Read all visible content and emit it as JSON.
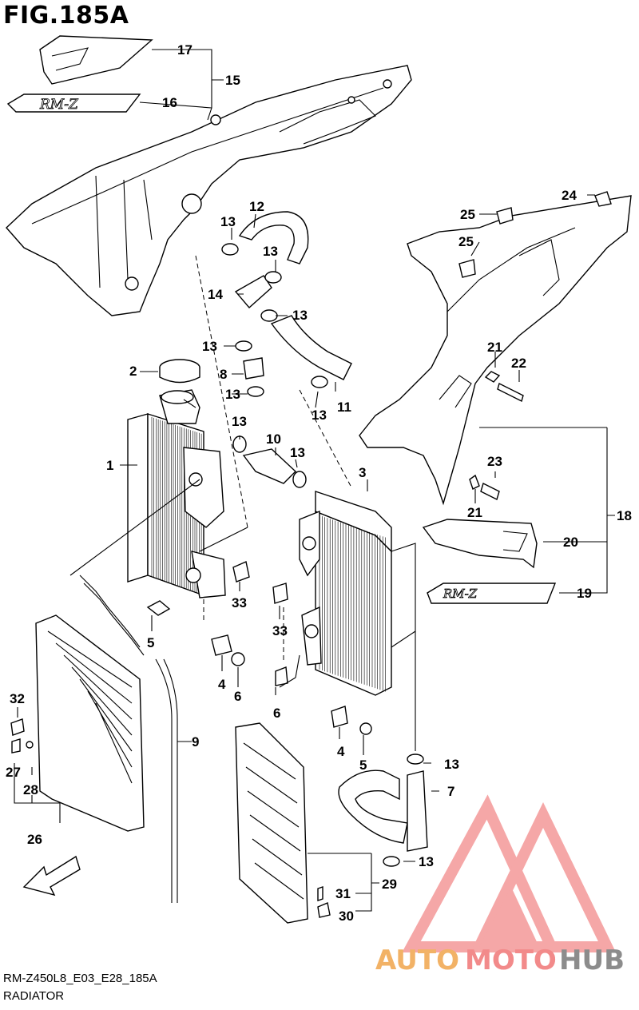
{
  "figure": {
    "title": "FIG.185A"
  },
  "footer": {
    "code": "RM-Z450L8_E03_E28_185A",
    "name": "RADIATOR"
  },
  "graphics": {
    "shroud_logo": "RM-Z",
    "fwd_arrow": "FWD"
  },
  "watermark": {
    "part1": "AUTO",
    "part2": "MOTO",
    "part3": "HUB",
    "colors": {
      "orange": "#f2b266",
      "red": "#f28a8a",
      "gray": "#8c8c8c"
    }
  },
  "callouts": [
    "1",
    "2",
    "3",
    "4",
    "4",
    "5",
    "5",
    "6",
    "6",
    "7",
    "8",
    "9",
    "10",
    "11",
    "12",
    "13",
    "13",
    "13",
    "13",
    "13",
    "13",
    "13",
    "13",
    "13",
    "13",
    "14",
    "15",
    "16",
    "17",
    "18",
    "19",
    "20",
    "21",
    "21",
    "22",
    "23",
    "24",
    "25",
    "25",
    "26",
    "27",
    "28",
    "29",
    "30",
    "31",
    "32",
    "33",
    "33"
  ]
}
